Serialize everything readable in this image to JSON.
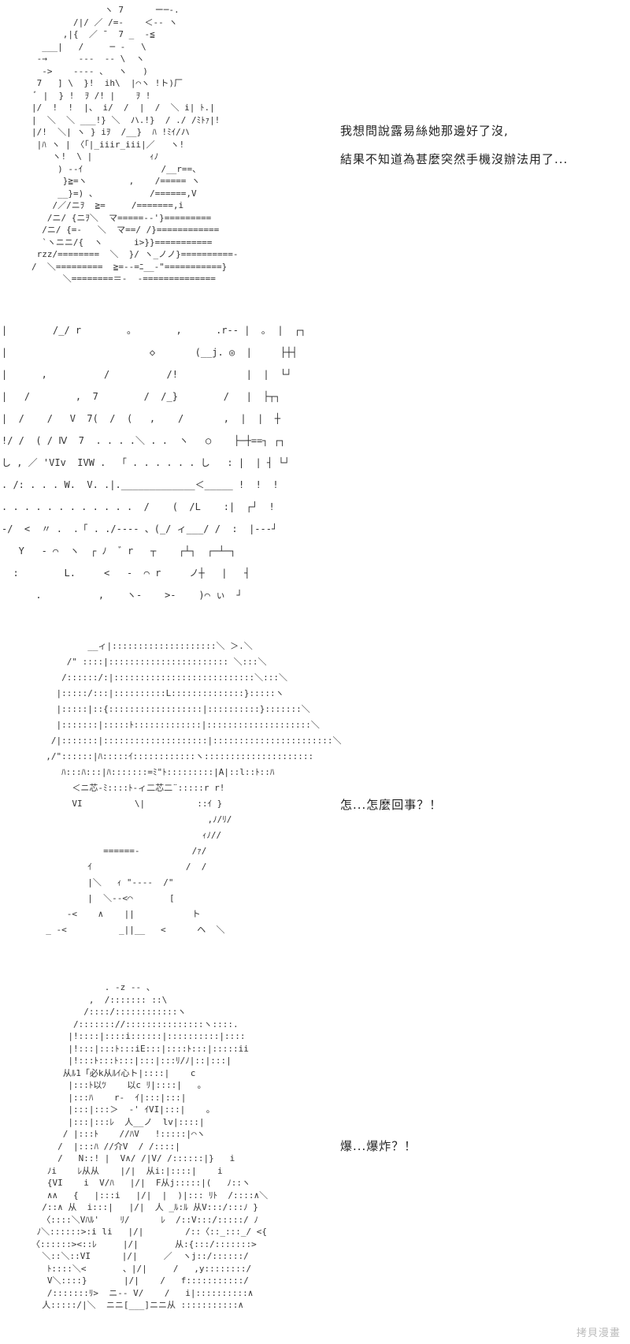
{
  "panels": [
    {
      "art": [
        "              ヽ 7      ー─‐.",
        "        /|/ ／ /=‐    ＜‐‐ ヽ",
        "      ,|{  ／ ̄   7 _  ‐≦",
        "  ___|   /     ─ -   \\",
        " ‐→      ‐‐‐  ‐‐ \\  ヽ",
        "  ->    ‐‐‐‐ 、  ヽ   )",
        " 7   ] \\  }!  ih\\  |⌒ヽ !ト)厂",
        " ﾞ |  } !  ｦ /! |    ｦ !",
        "|/  !  !  |、 i/  /  |  /  ＼ i| ﾄ.|",
        "|  ＼  ＼ ___!} ＼  ハ.!}  / ./ /ﾐﾄｧ|!",
        "|/!  ＼| ヽ } iｦ  /__}  ﾊ !ﾐｲ/ハ",
        " |ﾊ ヽ | 〈「|_iiir_iii|／   ヽ!",
        "    ヽ!  \\ |           ｨﾉ",
        "     ) ‐‐ｲ               /__r==、",
        "      }≧=ヽ        ,    /===== ヽ",
        "     __}=) 、          /======,V",
        "    /／/ニｦ  ≧=     /=======,i",
        "   /ニ/ {ニｦ＼  マ=====‐‐'}=========",
        "  /ニ/ {=-   ＼  マ==/ /}============",
        "  `ヽニニ/{  ヽ      i>}}===========",
        " rzz/========  ＼  }/ ヽ_ノノ}==========‐",
        "/  ＼=========  ≧=‐‐=ﾆ__‐\"===========}",
        "      ＼========＝-  -=============="
      ],
      "dialog": [
        "我想問說露易絲她那邊好了沒,",
        "結果不知道為甚麼突然手機沒辦法用了..."
      ]
    },
    {
      "art": [
        "|        /_/ r        。       ,      .r‐‐ |  ｡  |  ┌┐",
        "|                         ◇       (__j. ◎  |     ├┼┤",
        "|      ,          /          /!            |  |  └┘",
        "|   /        ,  7        /  /_}        /   |  ├┬┐",
        "|  /    /   V  7(  /  (   ,    /       ,  |  |  ┼",
        "!/ /  ( / Ⅳ  7  . . . .＼ . .  ヽ   ○    ├─┼==┐ ┌┐",
        "し , ／ 'VIv  IVW .  「 . . . . . . し   : |  | ┤ └┘",
        ". /: . . . W.  V. .|._____________＜_____ !  !  !",
        ". . . . . . . . . . . .  /    (  /L    :|  ┌┘  !",
        "‐/  <  〃 .  ．「 . ./‐‐‐‐ 、(_/ ィ___/ /  :  |‐‐‐┘",
        "   Y   ‐ ⌒  ヽ  ┌ ﾉ  ゛r   ┬    ┌┴┐  ┌─┴─┐",
        "  :        L.     <   ‐  ⌒ r     ノ┼   |   ┤",
        "      .          ,    ヽ‐    >‐    )⌒ ぃ  ┘"
      ]
    },
    {
      "art": [
        "          __ィ|::::::::::::::::::::＼ ＞.＼",
        "      /\" ::::|::::::::::::::::::::::: ＼:::＼",
        "     /::::::/:|:::::::::::::::::::::::::::＼:::＼",
        "    |:::::/:::|::::::::::L::::::::::::::}:::::ヽ",
        "    |:::::|::{::::::::::::::::::|::::::::::}:::::::＼",
        "    |:::::::|:::::ﾄ:::::::::::::|::::::::::::::::::::＼",
        "   /|:::::::|::::::::::::::::::::|:::::::::::::::::::::::＼",
        "  ,/\"::::::|ﾊ:::::ｲ::::::::::::ヽ::::::::::::::::::::: ",
        "     ﾊ:::ﾊ:::|ﾊ:::::::=ﾐ\"ﾄ:::::::::|A|::l::ﾄ::ﾊ",
        "       ＜ニ芯‐ﾐ::::ﾄ‐ィ二芯二¨:::::r r!",
        "       VI          \\|          ::ｲ }",
        "                                 ,ﾉ/ﾘ/",
        "                                ｨﾉ//",
        "             ======-          /ｧ/",
        "          ｲ                  /  /",
        "          |＼   ｨ \"‐‐‐‐  /\"",
        "          |  ＼‐‐<⌒       [",
        "      ‐<    ∧    ||           ト",
        "  _ ‐<          _||__   <      ヘ  ＼"
      ],
      "dialog": "怎...怎麼回事？！"
    },
    {
      "art": [
        "              . -z ‐‐ 、",
        "           ,  /::::::: ::\\",
        "          /::::/::::::::::::ヽ",
        "        /::::::://:::::::::::::::ヽ::::.",
        "       |!::::|::::i::::::|::::::::::|::::",
        "       |!:::|:::ﾄ:::iE:::|::::ﾄ:::|:::::ii",
        "       |!:::ﾄ:::ﾄ:::|:::|:::ﾘ/ﾉ|::|:::|",
        "      从ﾙ1「必k从ﾙｲ心ト|::::|    c",
        "       |:::ﾄ以ﾂ    以c ﾘ|::::|   。",
        "       |:::ﾊ    r‐  ｲ|:::|:::|",
        "       |:::|:::＞  ‐' ｲVI|:::|    。",
        "       |:::|:::ﾚ  人__ノ  lv|::::|",
        "      / |:::ﾄ    //ﾊV   !:::::|⌒ヽ",
        "     /  |:::ﾊ //介V  / /::::|",
        "     /   N::! |  V∧/ /|V/ /::::::|}   i",
        "   ﾉi    ﾚ从从    |/|  从i:|::::|    i",
        "   {VI    i  V/ﾊ   |/|  F从j:::::|(   ﾉ::ヽ",
        "   ∧∧   {   |:::i   |/|  |  )|::: ﾘﾄ  /::::∧＼",
        "  /::∧ 从  i:::|   |/|  人 _ﾙ:ﾙ 从V:::/:::ﾉ }",
        "  〈::::＼Vﾊﾙ'    ﾘ/      ﾚ  /::V:::/:::::/ ﾉ",
        " ﾉ＼::::::>:i li   |/|        /::〈::_:::_/ <{",
        "〈::::::><::ﾚ     |/|       从:{:::/:::::::>",
        "  ＼::＼::VI      |/|     ／  ヽj::/::::::/",
        "   ﾄ::::＼<       、|/|     /   ,y::::::::/",
        "   V＼::::}       |/|    /   f:::::::::::/",
        "   /:::::::ﾘ>  ニ‐‐ V/    /   i|::::::::::∧",
        "  人:::::/|＼  ニニ[___]ニニ从 :::::::::::∧"
      ],
      "dialog": "爆...爆炸？！"
    }
  ],
  "watermark": "拷貝漫畫"
}
